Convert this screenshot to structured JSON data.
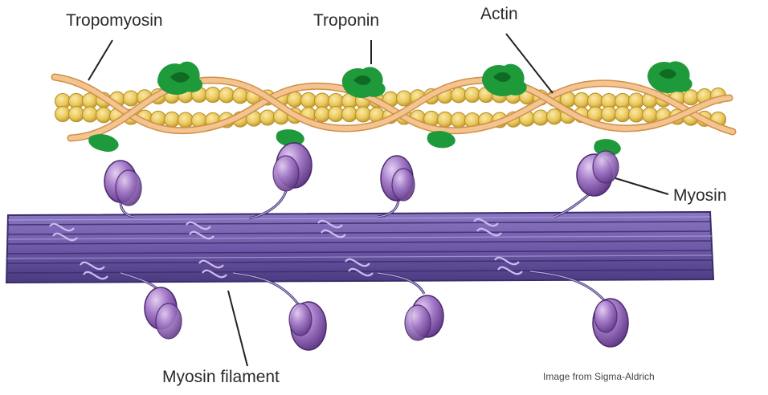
{
  "labels": {
    "tropomyosin": "Tropomyosin",
    "troponin": "Troponin",
    "actin": "Actin",
    "myosin": "Myosin",
    "myosin_filament": "Myosin filament"
  },
  "credit": "Image from Sigma-Aldrich",
  "colors": {
    "actin_bead": "#e9c75a",
    "actin_bead_edge": "#b8922b",
    "tropomyosin": "#f0b97a",
    "tropomyosin_edge": "#cf8f4b",
    "troponin": "#1f9a3a",
    "troponin_dark": "#0f6b24",
    "filament": "#6e5aa8",
    "filament_dark": "#4a3a80",
    "filament_light": "#9a86cc",
    "myosin_head": "#8a5bb0",
    "myosin_head_light": "#c9a9e0",
    "label_line": "#222222"
  }
}
